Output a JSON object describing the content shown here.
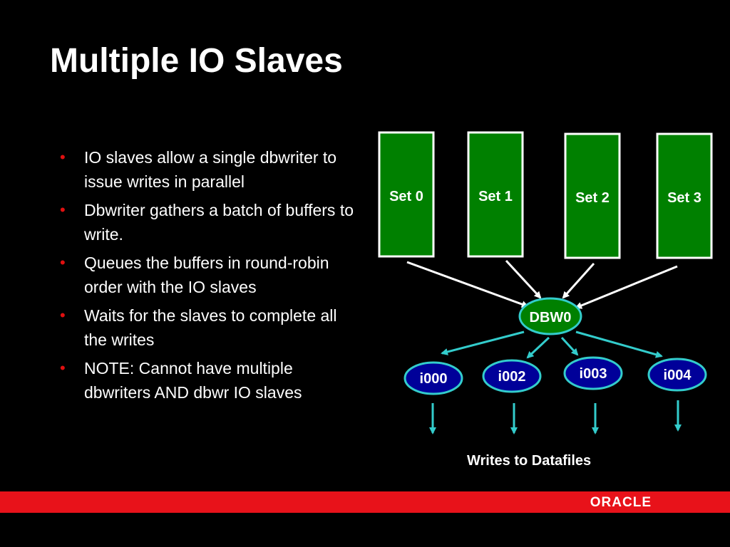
{
  "slide": {
    "title": "Multiple IO Slaves",
    "bullets": [
      "IO slaves allow a single dbwriter to issue writes in parallel",
      "Dbwriter gathers a batch of buffers to write.",
      "Queues the buffers in round-robin order with the IO slaves",
      "Waits for the slaves to complete all  the writes",
      "NOTE: Cannot have multiple dbwriters AND dbwr IO slaves"
    ]
  },
  "diagram": {
    "sets": [
      "Set 0",
      "Set 1",
      "Set 2",
      "Set 3"
    ],
    "writer": "DBW0",
    "slaves": [
      "i000",
      "i002",
      "i003",
      "i004"
    ],
    "caption": "Writes to Datafiles"
  },
  "footer": {
    "logo": "ORACLE"
  },
  "colors": {
    "set_fill": "#008000",
    "slave_fill": "#000099",
    "arrow_white": "#ffffff",
    "arrow_teal": "#33cccc",
    "footer_bar": "#e8121a",
    "bullet": "#e01010"
  }
}
